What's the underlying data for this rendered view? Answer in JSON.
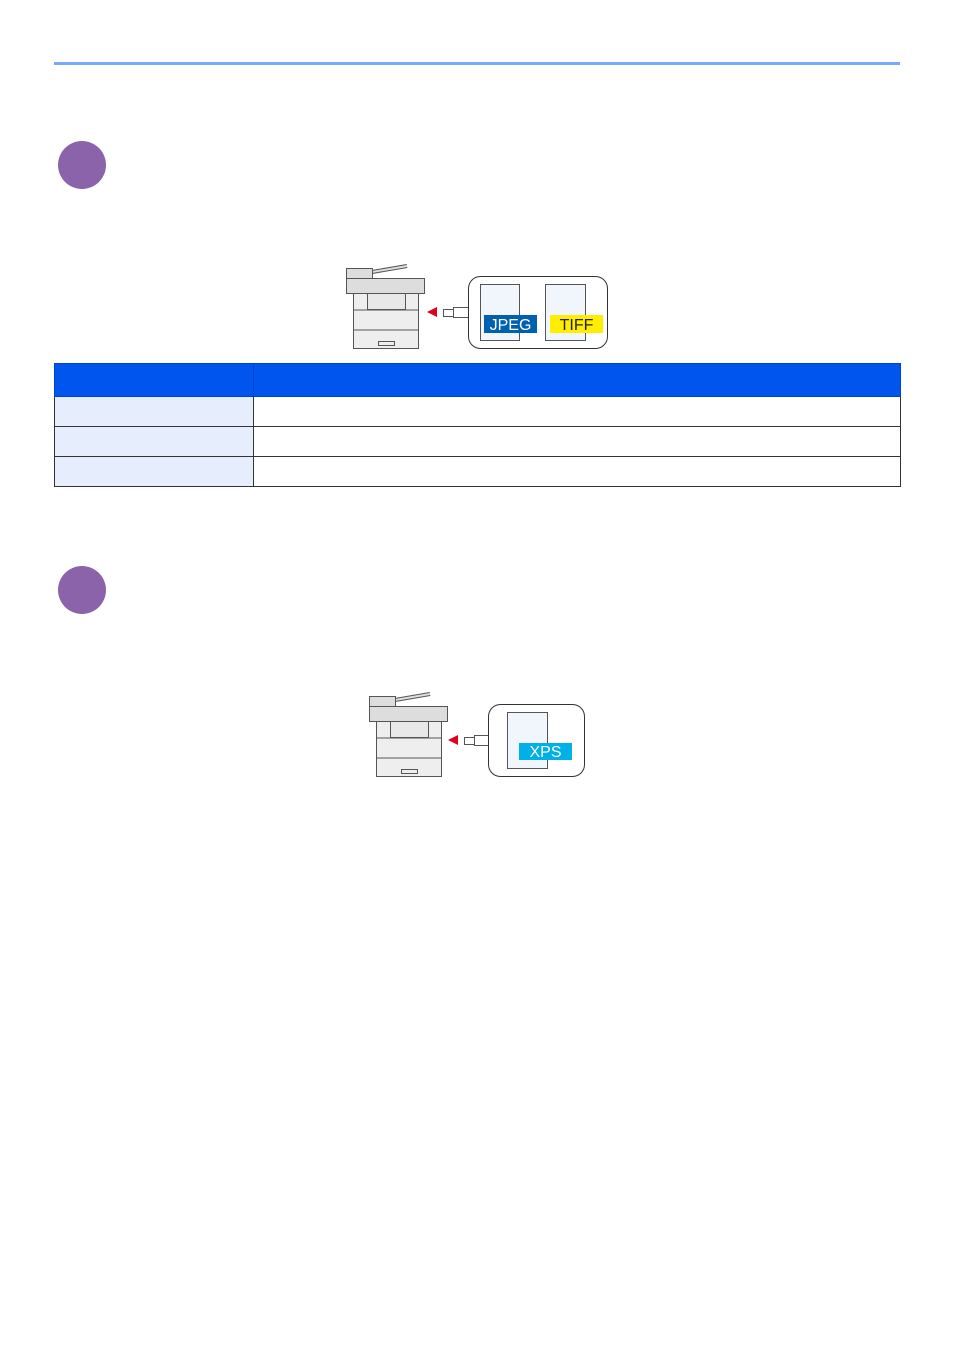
{
  "colors": {
    "header_rule": "#7aa9f7",
    "step_badge": "#8a63aa",
    "table_header": "#0055ee",
    "table_key_cell": "#e6edfc",
    "jpeg_label": "#0060b0",
    "tiff_label": "#ffee00",
    "xps_label": "#00b0e8"
  },
  "illustration1": {
    "labels": [
      "JPEG",
      "TIFF"
    ]
  },
  "illustration2": {
    "labels": [
      "XPS"
    ]
  },
  "table": {
    "rows": 3
  }
}
